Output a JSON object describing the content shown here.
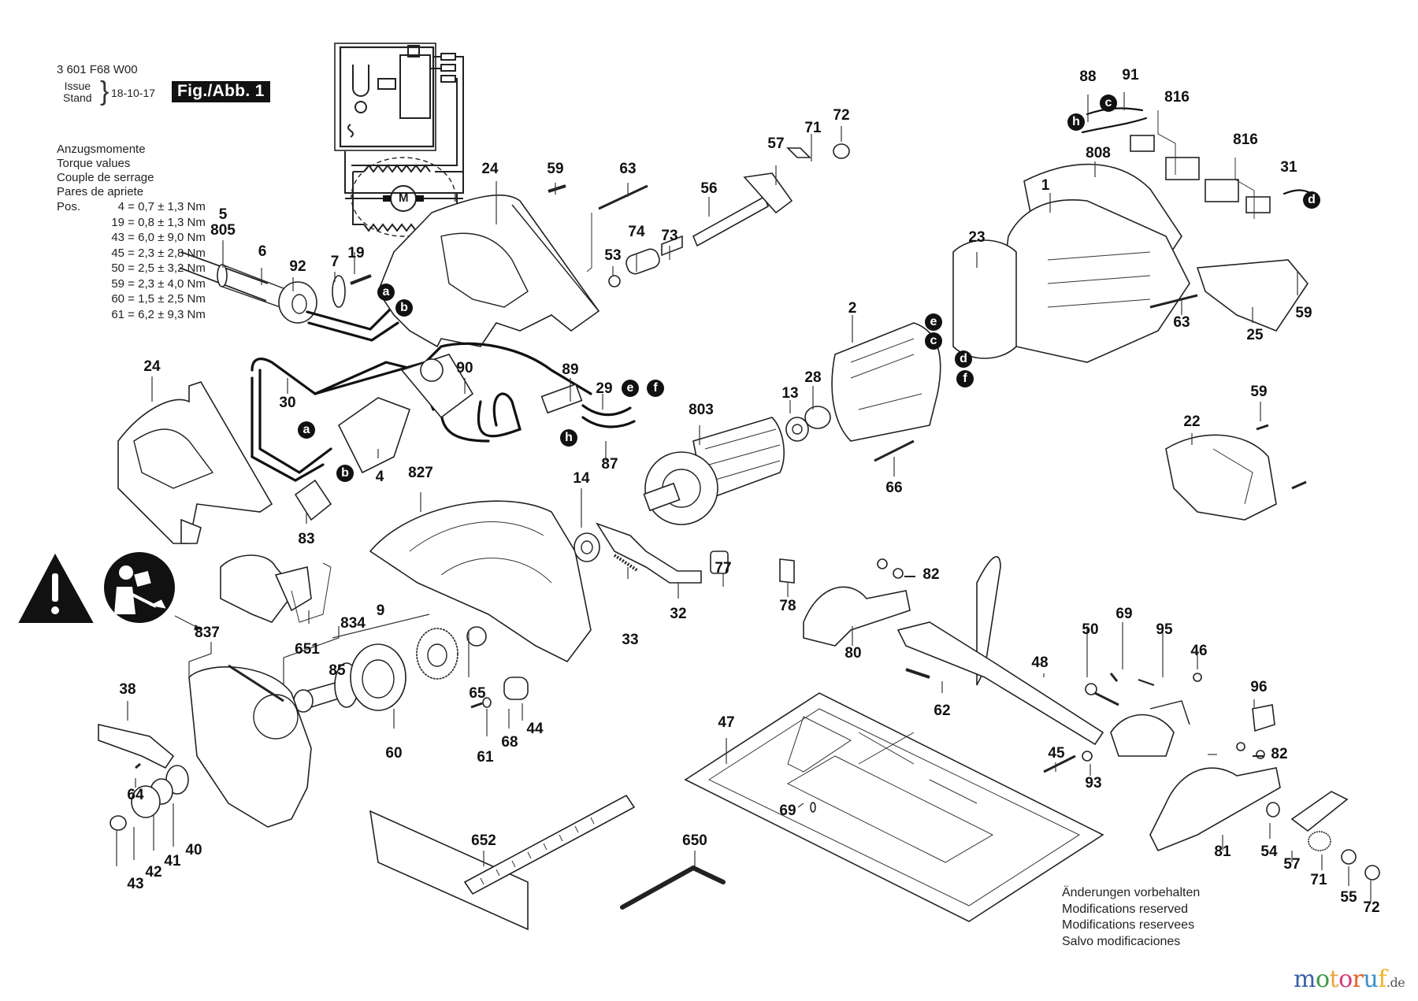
{
  "header": {
    "part_number": "3 601 F68 W00",
    "issue_label": "Issue",
    "stand_label": "Stand",
    "issue_date": "18-10-17",
    "figure_label": "Fig./Abb. 1"
  },
  "torque": {
    "titles": [
      "Anzugsmomente",
      "Torque values",
      "Couple de serrage",
      "Pares de apriete"
    ],
    "pos_label": "Pos.",
    "rows": [
      {
        "pos": "4",
        "value": "= 0,7 ± 1,3 Nm"
      },
      {
        "pos": "19",
        "value": "= 0,8 ± 1,3 Nm"
      },
      {
        "pos": "43",
        "value": "= 6,0 ± 9,0 Nm"
      },
      {
        "pos": "45",
        "value": "= 2,3 ± 2,8 Nm"
      },
      {
        "pos": "50",
        "value": "= 2,5 ± 3,2 Nm"
      },
      {
        "pos": "59",
        "value": "= 2,3 ± 4,0 Nm"
      },
      {
        "pos": "60",
        "value": "= 1,5 ± 2,5 Nm"
      },
      {
        "pos": "61",
        "value": "= 6,2 ± 9,3 Nm"
      }
    ]
  },
  "schematic": {
    "motor_label": "M"
  },
  "callouts": [
    {
      "id": "5",
      "label": "5"
    },
    {
      "id": "805",
      "label": "805"
    },
    {
      "id": "6",
      "label": "6"
    },
    {
      "id": "92",
      "label": "92"
    },
    {
      "id": "7",
      "label": "7"
    },
    {
      "id": "19",
      "label": "19"
    },
    {
      "id": "24a",
      "label": "24"
    },
    {
      "id": "59a",
      "label": "59"
    },
    {
      "id": "63a",
      "label": "63"
    },
    {
      "id": "56",
      "label": "56"
    },
    {
      "id": "57a",
      "label": "57"
    },
    {
      "id": "71a",
      "label": "71"
    },
    {
      "id": "72a",
      "label": "72"
    },
    {
      "id": "53",
      "label": "53"
    },
    {
      "id": "74",
      "label": "74"
    },
    {
      "id": "73",
      "label": "73"
    },
    {
      "id": "88",
      "label": "88"
    },
    {
      "id": "91",
      "label": "91"
    },
    {
      "id": "816a",
      "label": "816"
    },
    {
      "id": "816b",
      "label": "816"
    },
    {
      "id": "808",
      "label": "808"
    },
    {
      "id": "31",
      "label": "31"
    },
    {
      "id": "1",
      "label": "1"
    },
    {
      "id": "23",
      "label": "23"
    },
    {
      "id": "63b",
      "label": "63"
    },
    {
      "id": "25",
      "label": "25"
    },
    {
      "id": "59b",
      "label": "59"
    },
    {
      "id": "2",
      "label": "2"
    },
    {
      "id": "28",
      "label": "28"
    },
    {
      "id": "13",
      "label": "13"
    },
    {
      "id": "803",
      "label": "803"
    },
    {
      "id": "66",
      "label": "66"
    },
    {
      "id": "59c",
      "label": "59"
    },
    {
      "id": "22",
      "label": "22"
    },
    {
      "id": "24b",
      "label": "24"
    },
    {
      "id": "30",
      "label": "30"
    },
    {
      "id": "90",
      "label": "90"
    },
    {
      "id": "89",
      "label": "89"
    },
    {
      "id": "29",
      "label": "29"
    },
    {
      "id": "87",
      "label": "87"
    },
    {
      "id": "4",
      "label": "4"
    },
    {
      "id": "83",
      "label": "83"
    },
    {
      "id": "827",
      "label": "827"
    },
    {
      "id": "14",
      "label": "14"
    },
    {
      "id": "33",
      "label": "33"
    },
    {
      "id": "32",
      "label": "32"
    },
    {
      "id": "77",
      "label": "77"
    },
    {
      "id": "9",
      "label": "9"
    },
    {
      "id": "651",
      "label": "651"
    },
    {
      "id": "834",
      "label": "834"
    },
    {
      "id": "85",
      "label": "85"
    },
    {
      "id": "65",
      "label": "65"
    },
    {
      "id": "44",
      "label": "44"
    },
    {
      "id": "68",
      "label": "68"
    },
    {
      "id": "61",
      "label": "61"
    },
    {
      "id": "60",
      "label": "60"
    },
    {
      "id": "837",
      "label": "837"
    },
    {
      "id": "38",
      "label": "38"
    },
    {
      "id": "64",
      "label": "64"
    },
    {
      "id": "40",
      "label": "40"
    },
    {
      "id": "41",
      "label": "41"
    },
    {
      "id": "42",
      "label": "42"
    },
    {
      "id": "43",
      "label": "43"
    },
    {
      "id": "652",
      "label": "652"
    },
    {
      "id": "650",
      "label": "650"
    },
    {
      "id": "78",
      "label": "78"
    },
    {
      "id": "82a",
      "label": "82"
    },
    {
      "id": "80",
      "label": "80"
    },
    {
      "id": "62",
      "label": "62"
    },
    {
      "id": "48",
      "label": "48"
    },
    {
      "id": "50",
      "label": "50"
    },
    {
      "id": "69a",
      "label": "69"
    },
    {
      "id": "95",
      "label": "95"
    },
    {
      "id": "46",
      "label": "46"
    },
    {
      "id": "47",
      "label": "47"
    },
    {
      "id": "69b",
      "label": "69"
    },
    {
      "id": "45",
      "label": "45"
    },
    {
      "id": "93",
      "label": "93"
    },
    {
      "id": "96",
      "label": "96"
    },
    {
      "id": "82b",
      "label": "82"
    },
    {
      "id": "81",
      "label": "81"
    },
    {
      "id": "54",
      "label": "54"
    },
    {
      "id": "57b",
      "label": "57"
    },
    {
      "id": "71b",
      "label": "71"
    },
    {
      "id": "55",
      "label": "55"
    },
    {
      "id": "72b",
      "label": "72"
    }
  ],
  "connectors": [
    {
      "id": "a1",
      "label": "a"
    },
    {
      "id": "b1",
      "label": "b"
    },
    {
      "id": "c1",
      "label": "c"
    },
    {
      "id": "h1",
      "label": "h"
    },
    {
      "id": "d1",
      "label": "d"
    },
    {
      "id": "e1",
      "label": "e"
    },
    {
      "id": "c2",
      "label": "c"
    },
    {
      "id": "d2",
      "label": "d"
    },
    {
      "id": "f1",
      "label": "f"
    },
    {
      "id": "e2",
      "label": "e"
    },
    {
      "id": "f2",
      "label": "f"
    },
    {
      "id": "h2",
      "label": "h"
    },
    {
      "id": "a2",
      "label": "a"
    },
    {
      "id": "b2",
      "label": "b"
    }
  ],
  "footer": {
    "lines": [
      "Änderungen vorbehalten",
      "Modifications reserved",
      "Modifications reservees",
      "Salvo modificaciones"
    ]
  },
  "brand": {
    "letters": [
      "m",
      "o",
      "t",
      "o",
      "r",
      "u",
      "f"
    ],
    "colors": [
      "#3b5fa8",
      "#3c9a48",
      "#e8a33a",
      "#d43b7a",
      "#e0642a",
      "#3b8fc8",
      "#f0b429"
    ],
    "tld": ".de"
  }
}
